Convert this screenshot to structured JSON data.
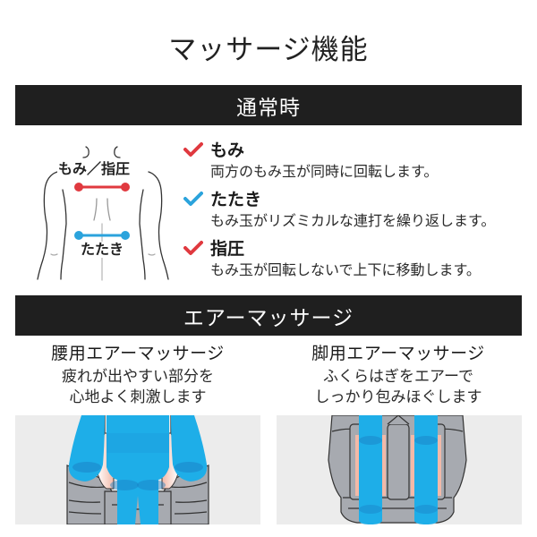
{
  "page": {
    "title": "マッサージ機能"
  },
  "sections": {
    "normal": {
      "header": "通常時",
      "illustration": {
        "upper_label": "もみ／指圧",
        "lower_label": "たたき",
        "upper_line_color": "#e0393f",
        "lower_line_color": "#2ba3dc"
      },
      "features": [
        {
          "name": "もみ",
          "description": "両方のもみ玉が同時に回転します。",
          "check_color": "#e0393f"
        },
        {
          "name": "たたき",
          "description": "もみ玉がリズミカルな連打を繰り返します。",
          "check_color": "#2ba3dc"
        },
        {
          "name": "指圧",
          "description": "もみ玉が回転しないで上下に移動します。",
          "check_color": "#e0393f"
        }
      ]
    },
    "air": {
      "header": "エアーマッサージ",
      "columns": [
        {
          "title": "腰用エアーマッサージ",
          "description_line1": "疲れが出やすい部分を",
          "description_line2": "心地よく刺激します",
          "image": "waist-air-massage-chair-illustration"
        },
        {
          "title": "脚用エアーマッサージ",
          "description_line1": "ふくらはぎをエアーで",
          "description_line2": "しっかり包みほぐします",
          "image": "leg-air-massage-chair-illustration"
        }
      ]
    }
  },
  "colors": {
    "bar_background": "#1f1f1f",
    "bar_text": "#ffffff",
    "accent_red": "#e0393f",
    "accent_blue": "#2ba3dc",
    "air_blue": "#1eaee8",
    "chair_gray": "#a7aab0",
    "image_background": "#ececec"
  }
}
